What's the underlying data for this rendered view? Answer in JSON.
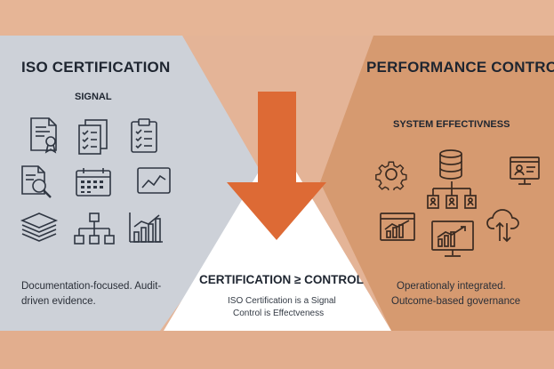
{
  "left_panel": {
    "title": "ISO CERTIFICATION",
    "subtitle": "SIGNAL",
    "description_line1": "Documentation-focused. Audit-",
    "description_line2": "driven evidence.",
    "icons": [
      "certificate-document-icon",
      "checklist-documents-icon",
      "clipboard-checklist-icon",
      "document-search-icon",
      "calendar-icon",
      "line-chart-monitor-icon",
      "stacked-papers-icon",
      "org-chart-icon",
      "bar-chart-icon"
    ]
  },
  "right_panel": {
    "title": "PERFORMANCE CONTROL",
    "subtitle": "SYSTEM EFFECTIVNESS",
    "description_line1": "Operationaly integrated.",
    "description_line2": "Outcome-based governance",
    "icons": [
      "gear-icon",
      "database-icon",
      "user-monitor-icon",
      "user-network-icon",
      "chart-window-icon",
      "analytics-monitor-icon",
      "cloud-sync-icon"
    ]
  },
  "center": {
    "title": "CERTIFICATION ≥ CONTROL",
    "description_line1": "ISO Certification is a Signal",
    "description_line2": "Control is Effectveness"
  },
  "colors": {
    "left_panel": "#cdd1d8",
    "right_panel": "#d69a70",
    "arrow": "#dd6a35",
    "background": "#e4b497"
  }
}
